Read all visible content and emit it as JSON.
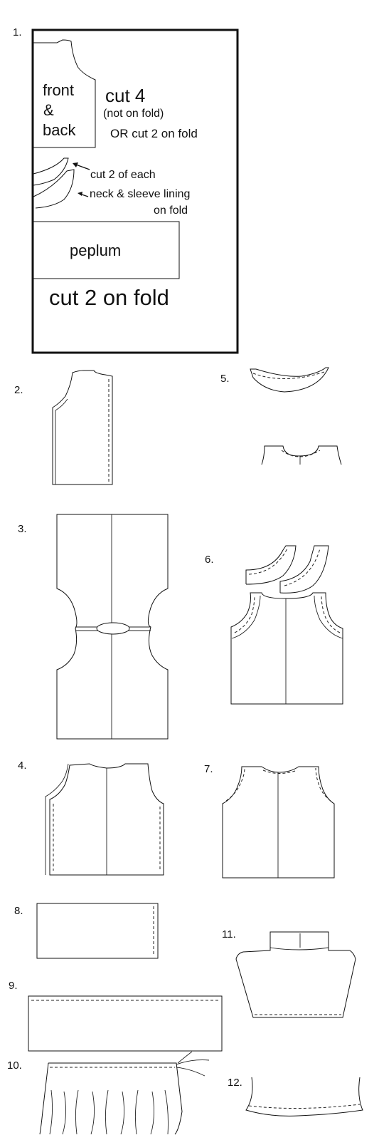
{
  "steps": {
    "s1": "1.",
    "s2": "2.",
    "s3": "3.",
    "s4": "4.",
    "s5": "5.",
    "s6": "6.",
    "s7": "7.",
    "s8": "8.",
    "s9": "9.",
    "s10": "10.",
    "s11": "11.",
    "s12": "12."
  },
  "layout_panel": {
    "front_back_line1": "front",
    "front_back_line2": "&",
    "front_back_line3": "back",
    "cut4": "cut 4",
    "not_on_fold": "(not on fold)",
    "or_cut2": "OR cut 2 on fold",
    "cut2_each": "cut 2 of each",
    "neck_sleeve": "neck & sleeve lining",
    "on_fold": "on fold",
    "peplum": "peplum",
    "cut2_fold": "cut 2 on fold"
  }
}
